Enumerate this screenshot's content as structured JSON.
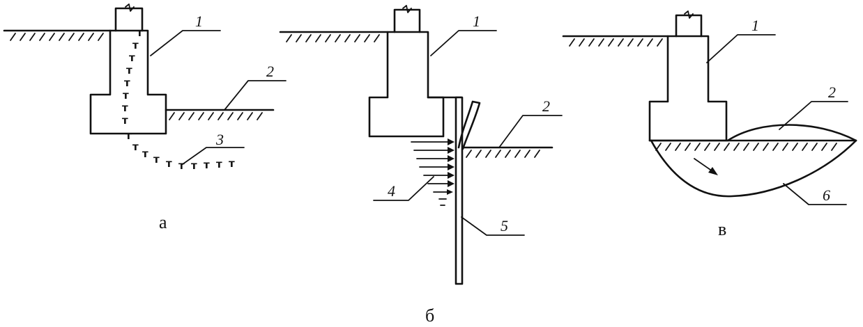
{
  "figure": {
    "panels": [
      {
        "caption": "а",
        "labels": [
          "1",
          "2",
          "3"
        ]
      },
      {
        "caption": "б",
        "labels": [
          "1",
          "2",
          "4",
          "5"
        ]
      },
      {
        "caption": "в",
        "labels": [
          "1",
          "2",
          "6"
        ]
      }
    ]
  }
}
